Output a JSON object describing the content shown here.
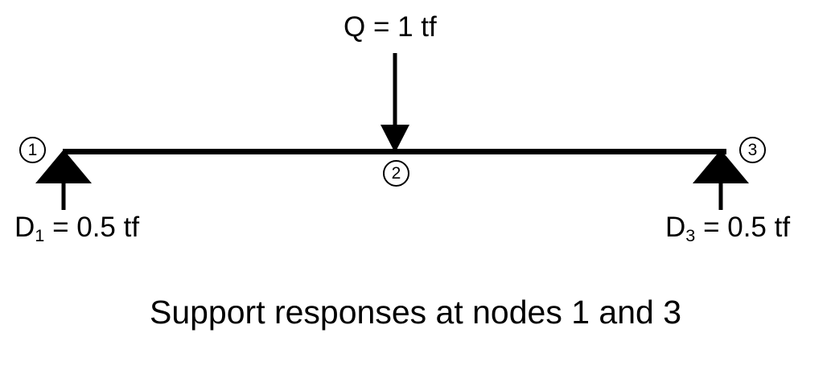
{
  "diagram": {
    "title": "Support responses at nodes 1 and 3",
    "colors": {
      "ink": "#000000",
      "background": "#ffffff"
    },
    "beam": {
      "label": "beam",
      "span_start_node": "1",
      "span_mid_node": "2",
      "span_end_node": "3"
    },
    "nodes": [
      {
        "id": "1",
        "label": "1"
      },
      {
        "id": "2",
        "label": "2"
      },
      {
        "id": "3",
        "label": "3"
      }
    ],
    "load": {
      "symbol": "Q",
      "equals": "=",
      "value": "1",
      "unit": "tf",
      "label": "Q = 1 tf",
      "direction": "down",
      "applied_at_node": "2"
    },
    "reactions": [
      {
        "symbol": "D",
        "subscript": "1",
        "rest": " = 0.5 tf",
        "label": "D1 = 0.5 tf",
        "value": "0.5",
        "unit": "tf",
        "direction": "up",
        "at_node": "1"
      },
      {
        "symbol": "D",
        "subscript": "3",
        "rest": " = 0.5 tf",
        "label": "D3 = 0.5 tf",
        "value": "0.5",
        "unit": "tf",
        "direction": "up",
        "at_node": "3"
      }
    ]
  }
}
